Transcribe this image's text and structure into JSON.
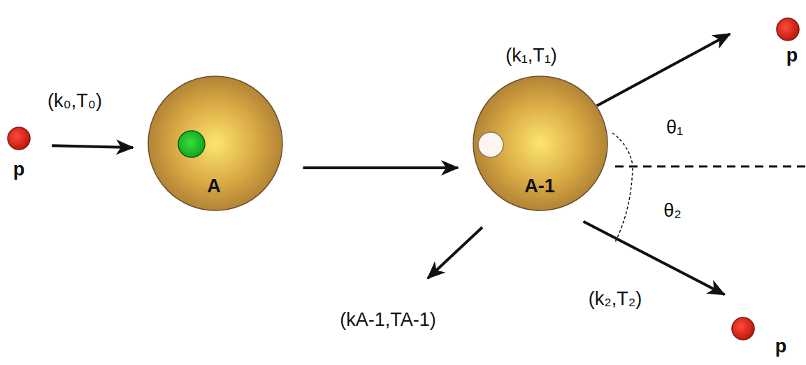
{
  "diagram": {
    "nodes": [
      {
        "text": [
          "p"
        ]
      },
      {
        "text": [
          "A"
        ]
      },
      {
        "text": [
          "A-1"
        ]
      },
      {
        "text": [
          "p"
        ]
      },
      {
        "text": [
          "p"
        ]
      }
    ],
    "edges": [
      {
        "from": 0,
        "to": 1,
        "arrow": "to",
        "label": "(k₀,T₀)"
      },
      {
        "from": 1,
        "to": 2,
        "arrow": "to"
      },
      {
        "from": 2,
        "to": 3,
        "arrow": "to",
        "label": "(k₁,T₁)"
      },
      {
        "from": 2,
        "to": 4,
        "arrow": "to",
        "label": "(k₂,T₂)"
      }
    ],
    "labels": [
      "(kA-1,TA-1)",
      "θ₁",
      "θ₂"
    ]
  }
}
